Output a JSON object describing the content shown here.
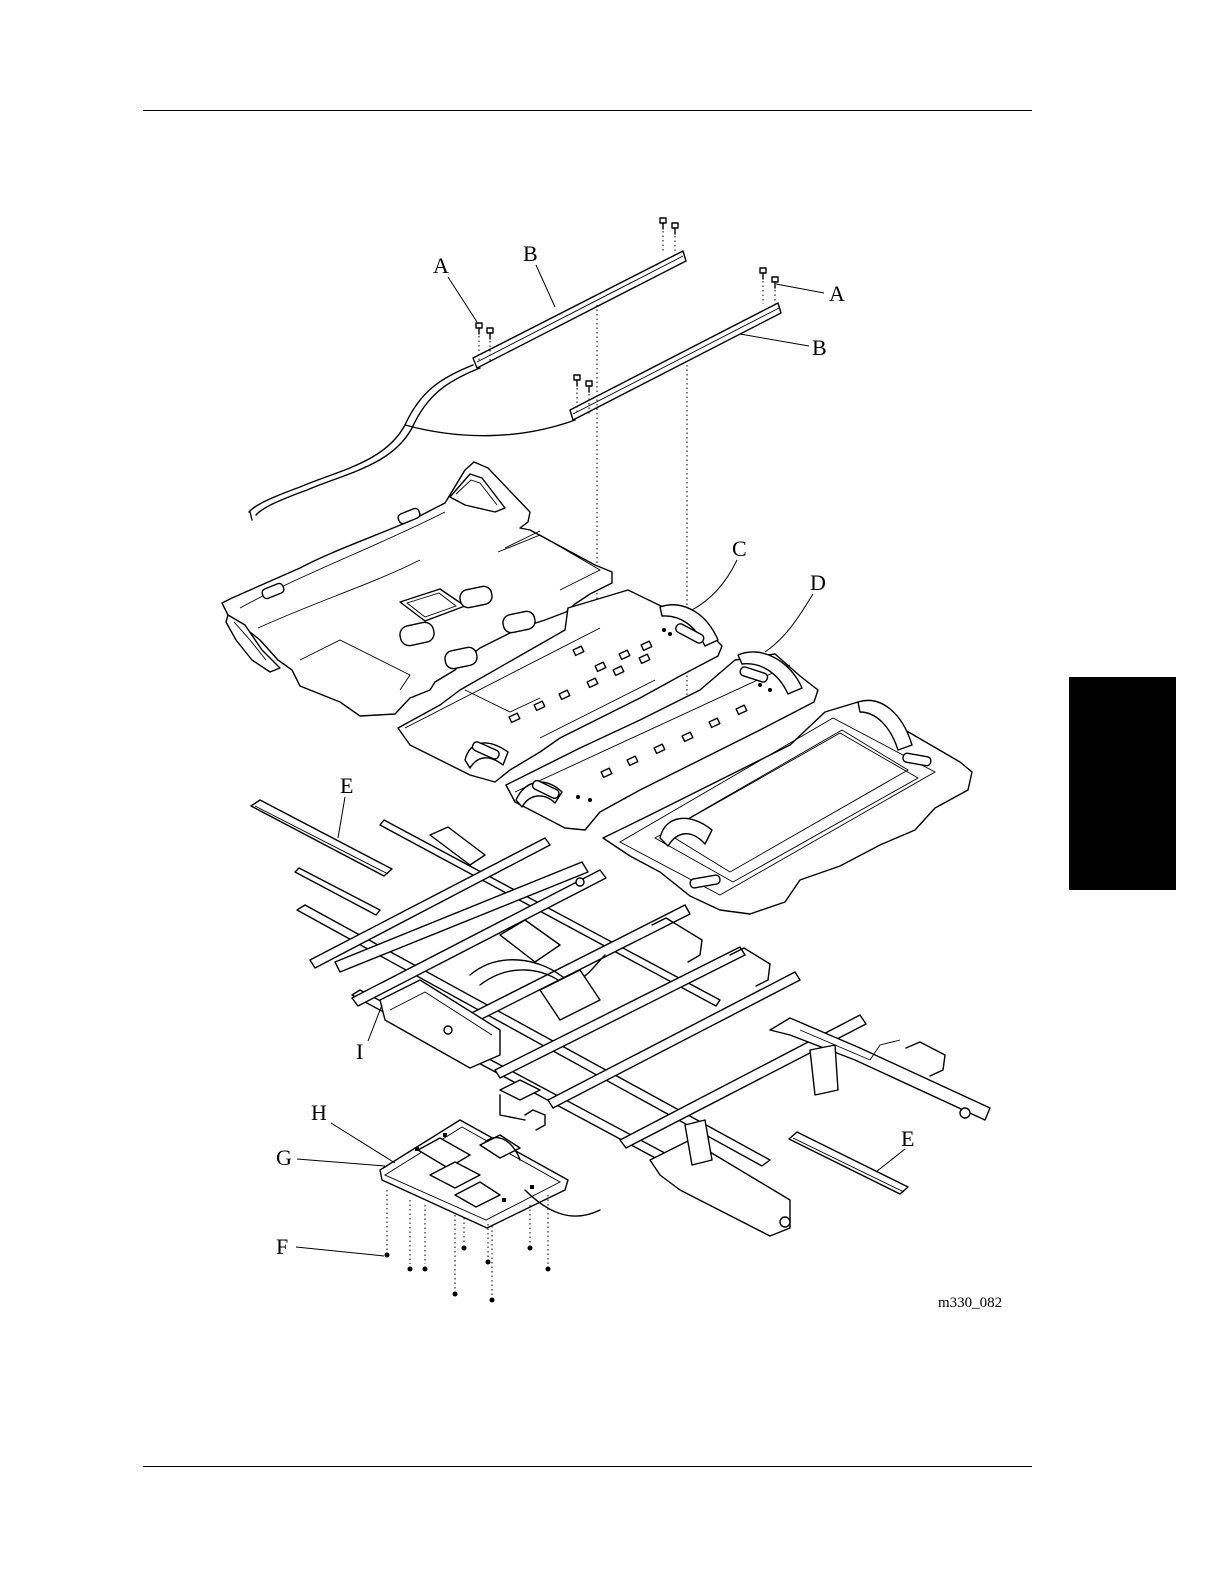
{
  "labels": {
    "A_left": "A",
    "B_left": "B",
    "A_right": "A",
    "B_right": "B",
    "C": "C",
    "D": "D",
    "E_left": "E",
    "E_right": "E",
    "F": "F",
    "G": "G",
    "H": "H",
    "I": "I"
  },
  "figure_id": "m330_082"
}
